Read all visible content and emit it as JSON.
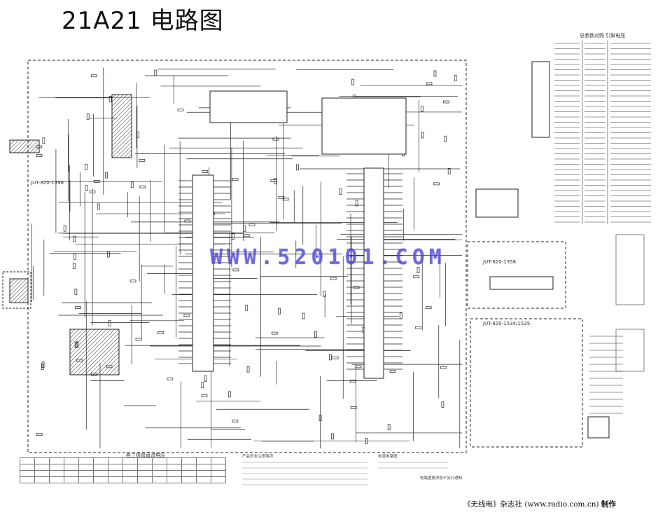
{
  "title": "21A21 电路图",
  "watermark": "WWW.520101.COM",
  "blocks": {
    "left_board": "JUT-820-1398",
    "right_board": "JUT-820-1534/1535",
    "mid_board": "JUT-820-1358",
    "right_table": "总参数对照 引脚电压",
    "voltage_table": "各三极管直流电压",
    "notes_title": "产品安全注意事项",
    "power_title": "电源电路图",
    "power_note": "电路图更改恕不另行通知"
  },
  "credit": {
    "magazine": "《无线电》杂志社",
    "url": "(www.radio.com.cn)",
    "suffix": "制作"
  },
  "colors": {
    "ink": "#222222",
    "watermark": "#5a50dc"
  }
}
